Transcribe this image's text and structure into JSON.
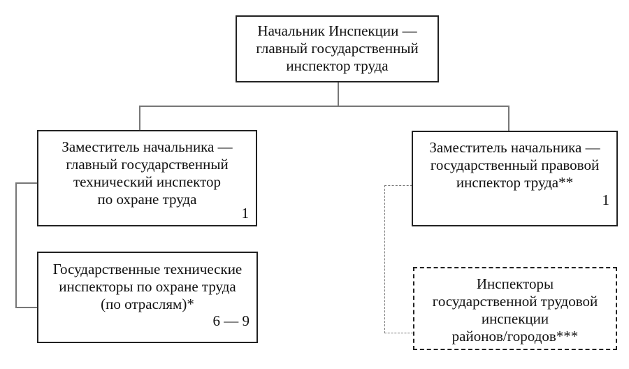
{
  "diagram": {
    "type": "org-chart",
    "nodes": {
      "head": {
        "lines": [
          "Начальник Инспекции —",
          "главный государственный",
          "инспектор труда"
        ]
      },
      "deputy_technical": {
        "lines": [
          "Заместитель начальника —",
          "главный государственный",
          "технический инспектор",
          "по охране труда"
        ],
        "count": "1"
      },
      "technical_inspectors": {
        "lines": [
          "Государственные технические",
          "инспекторы по охране труда",
          "(по отраслям)*"
        ],
        "count": "6 — 9"
      },
      "deputy_legal": {
        "lines": [
          "Заместитель начальника —",
          "государственный правовой",
          "инспектор труда**"
        ],
        "count": "1"
      },
      "district_inspectors": {
        "lines": [
          "Инспекторы",
          "государственной трудовой",
          "инспекции",
          "районов/городов***"
        ],
        "style": "dashed"
      }
    },
    "edges": [
      {
        "from": "head",
        "to": "deputy_technical",
        "style": "solid"
      },
      {
        "from": "head",
        "to": "deputy_legal",
        "style": "solid"
      },
      {
        "from": "deputy_technical",
        "to": "technical_inspectors",
        "style": "solid"
      },
      {
        "from": "deputy_legal",
        "to": "district_inspectors",
        "style": "dashed"
      }
    ]
  }
}
